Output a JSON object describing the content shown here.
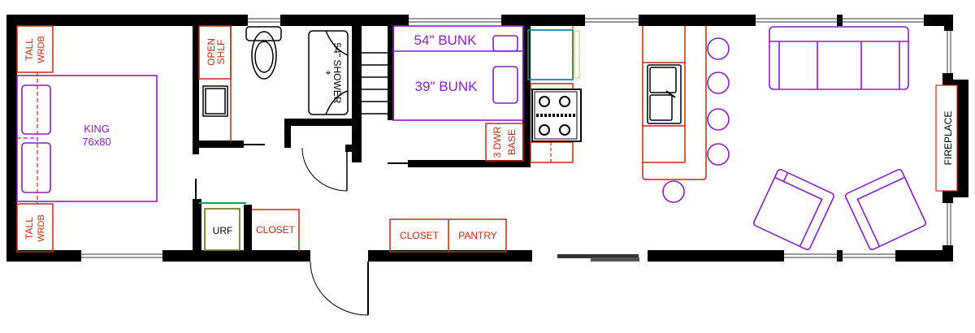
{
  "labels": {
    "tall_wrdb_top": [
      "TALL",
      "WRDB"
    ],
    "tall_wrdb_bottom": [
      "TALL",
      "WRDB"
    ],
    "bed": [
      "KING",
      "76x80"
    ],
    "open_shelf": [
      "OPEN",
      "SHLF"
    ],
    "shower": "54\" SHOWER",
    "bunk_top": "54\"  BUNK",
    "bunk_bottom": "39\"  BUNK",
    "drawer_base": [
      "3  DWR",
      "BASE"
    ],
    "urf": "URF",
    "closet_bath": "CLOSET",
    "closet_hall": "CLOSET",
    "pantry": "PANTRY",
    "fireplace": "FIREPLACE"
  },
  "colors": {
    "cabinet": "#c8280a",
    "furniture": "#8a1ccc",
    "fridge": "#1a8a8a",
    "wall": "#000000"
  }
}
